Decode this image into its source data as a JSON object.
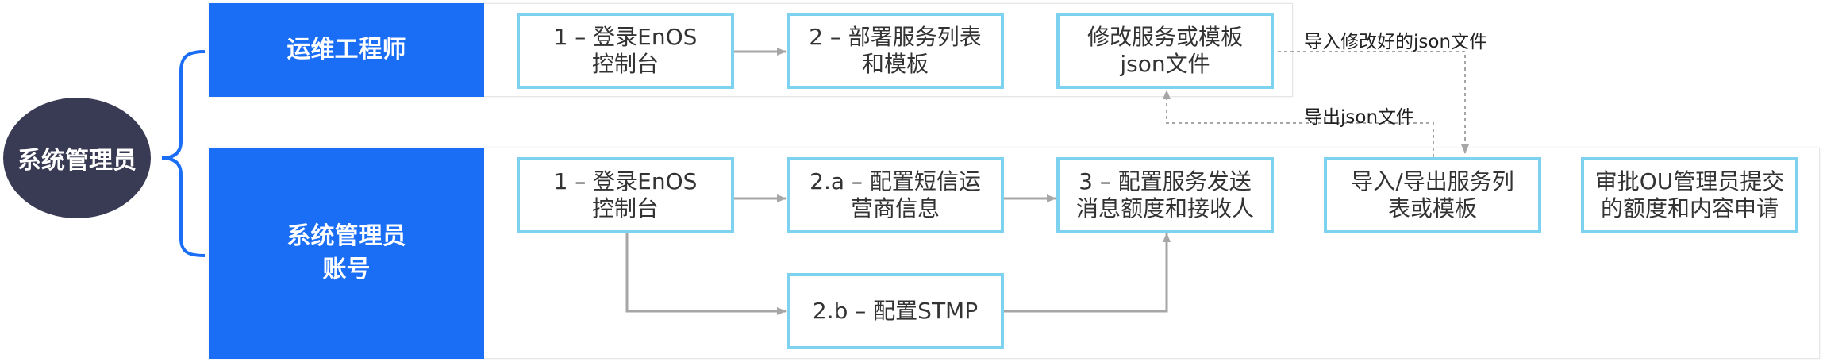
{
  "actor": {
    "label": "系统管理员"
  },
  "lanes": {
    "ops": {
      "label": "运维工程师"
    },
    "admin": {
      "label": "系统管理员\n账号"
    }
  },
  "ops_steps": [
    {
      "label": "1 – 登录EnOS\n控制台"
    },
    {
      "label": "2 – 部署服务列表\n和模板"
    },
    {
      "label": "修改服务或模板\njson文件"
    }
  ],
  "admin_steps": [
    {
      "label": "1 – 登录EnOS\n控制台"
    },
    {
      "label": "2.a – 配置短信运\n营商信息"
    },
    {
      "label": "3 – 配置服务发送\n消息额度和接收人"
    },
    {
      "label": "导入/导出服务列\n表或模板"
    },
    {
      "label": "审批OU管理员提交\n的额度和内容申请"
    },
    {
      "label": "2.b – 配置STMP"
    }
  ],
  "notes": {
    "import_modified": "导入修改好的json文件",
    "export_json": "导出json文件"
  },
  "colors": {
    "lane_blue": "#1a6df5",
    "box_border": "#7dd3ef",
    "arrow": "#a6a6a6",
    "actor_circle": "#383b53"
  }
}
